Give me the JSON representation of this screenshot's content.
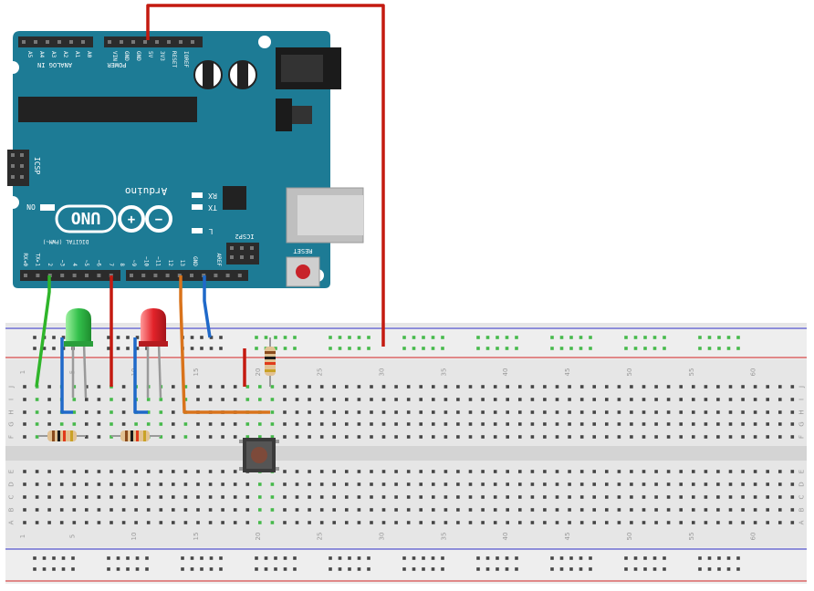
{
  "colors": {
    "board": "#1d7b95",
    "board_dark": "#155e72",
    "breadboard": "#e6e6e6",
    "breadboard_shadow": "#d0d0d0",
    "rail_red": "#d22222",
    "rail_blue": "#2d2dc4",
    "hole": "#454545",
    "hole_active": "#46b94b",
    "wire_red": "#c41a10",
    "wire_blue": "#1f69c9",
    "wire_green": "#2fb52a",
    "wire_orange": "#d9731b",
    "led_green": "#33c04b",
    "led_red": "#e3232a",
    "button_cap": "#c8232a",
    "resistor_body": "#e2c293",
    "pin_header": "#2b2b2b"
  },
  "arduino": {
    "logo_text": "UNO",
    "brand_text": "Arduino",
    "on_label": "ON",
    "tx_label": "TX",
    "rx_label": "RX",
    "l_label": "L",
    "icsp_label": "ICSP",
    "icsp2_label": "ICSP2",
    "reset_label": "RESET",
    "digital_label": "DIGITAL (PWM~)",
    "analog_label": "ANALOG IN",
    "power_label": "POWER",
    "aref_label": "AREF",
    "gnd_label": "GND",
    "power_pins": [
      "IOREF",
      "RESET",
      "3V3",
      "5V",
      "GND",
      "GND",
      "VIN"
    ],
    "analog_pins": [
      "A0",
      "A1",
      "A2",
      "A3",
      "A4",
      "A5"
    ],
    "digital_left": [
      "13",
      "12",
      "~11",
      "~10",
      "~9",
      "8"
    ],
    "digital_right": [
      "7",
      "~6",
      "~5",
      "4",
      "~3",
      "2",
      "TX▸1",
      "RX◂0"
    ]
  },
  "breadboard": {
    "column_numbers": [
      "1",
      "5",
      "10",
      "15",
      "20",
      "25",
      "30",
      "35",
      "40",
      "45",
      "50",
      "55",
      "60"
    ],
    "row_letters_top": [
      "J",
      "I",
      "H",
      "G",
      "F"
    ],
    "row_letters_bottom": [
      "E",
      "D",
      "C",
      "B",
      "A"
    ]
  },
  "components": {
    "led_green": "green LED",
    "led_red": "red LED",
    "pushbutton": "pushbutton",
    "resistors": [
      "resistor-1",
      "resistor-2",
      "resistor-3"
    ]
  }
}
